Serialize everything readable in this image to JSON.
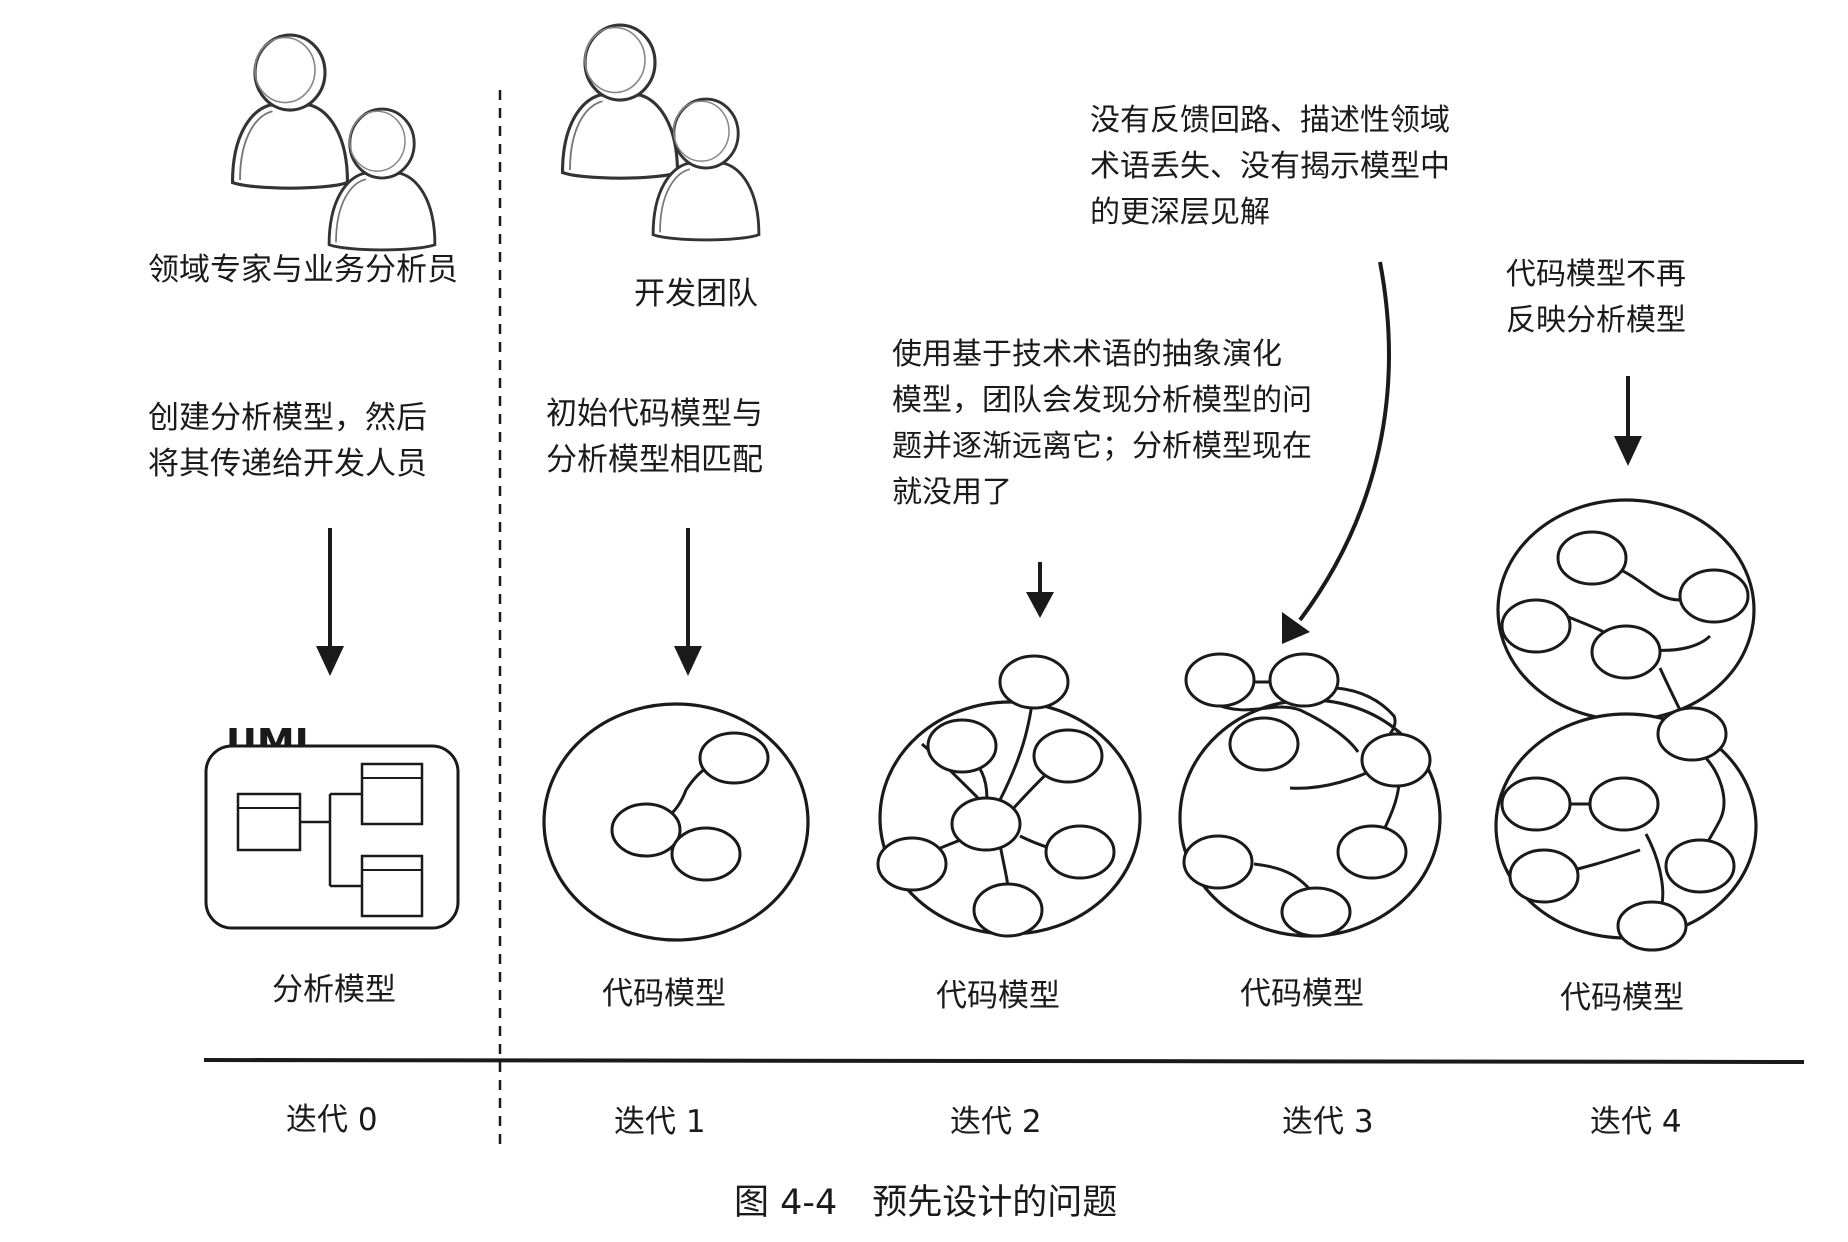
{
  "roles": {
    "analysts": "领域专家与业务分析员",
    "dev_team": "开发团队"
  },
  "notes": {
    "iter0": [
      "创建分析模型，然后",
      "将其传递给开发人员"
    ],
    "iter1": [
      "初始代码模型与",
      "分析模型相匹配"
    ],
    "iter2": [
      "使用基于技术术语的抽象演化",
      "模型，团队会发现分析模型的问",
      "题并逐渐远离它；分析模型现在",
      "就没用了"
    ],
    "iter3": [
      "没有反馈回路、描述性领域",
      "术语丢失、没有揭示模型中",
      "的更深层见解"
    ],
    "iter4": [
      "代码模型不再",
      "反映分析模型"
    ]
  },
  "uml_label": "UML",
  "models": {
    "analysis": "分析模型",
    "code1": "代码模型",
    "code2": "代码模型",
    "code3": "代码模型",
    "code4": "代码模型"
  },
  "iterations": [
    "迭代 0",
    "迭代 1",
    "迭代 2",
    "迭代 3",
    "迭代 4"
  ],
  "caption": "图 4-4　预先设计的问题"
}
